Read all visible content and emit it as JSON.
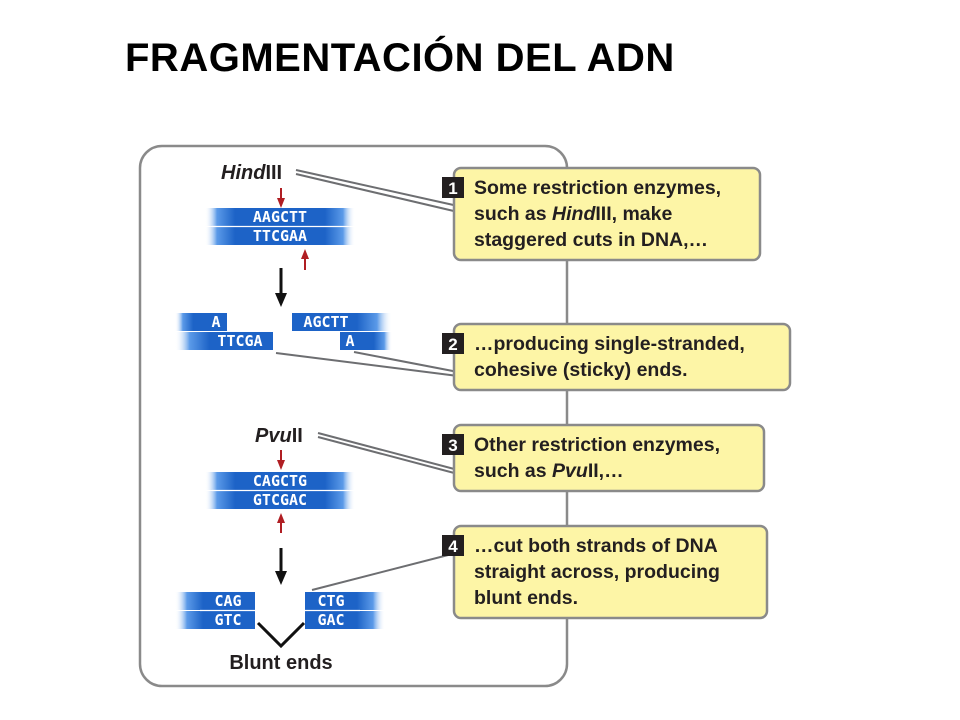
{
  "title": "FRAGMENTACIÓN DEL ADN",
  "enzymes": {
    "hind": {
      "italic": "Hind",
      "roman": "III"
    },
    "pvu": {
      "italic": "Pvu",
      "roman": "II"
    }
  },
  "hind_uncut": {
    "top": "AAGCTT",
    "bottom": "TTCGAA"
  },
  "hind_cut": {
    "left_top": "A",
    "left_bottom": "TTCGA",
    "right_top": "AGCTT",
    "right_bottom": "A"
  },
  "pvu_uncut": {
    "top": "CAGCTG",
    "bottom": "GTCGAC"
  },
  "pvu_cut": {
    "left_top": "CAG",
    "left_bottom": "GTC",
    "right_top": "CTG",
    "right_bottom": "GAC"
  },
  "blunt_label": "Blunt ends",
  "callouts": [
    {
      "num": "1",
      "lines": [
        "Some restriction enzymes,",
        "such as |HindIII, make",
        "staggered cuts in DNA,…"
      ]
    },
    {
      "num": "2",
      "lines": [
        "…producing single-stranded,",
        "cohesive (sticky) ends."
      ]
    },
    {
      "num": "3",
      "lines": [
        "Other restriction enzymes,",
        "such as |PvuII,…"
      ]
    },
    {
      "num": "4",
      "lines": [
        "…cut both strands of DNA",
        "straight across, producing",
        "blunt ends."
      ]
    }
  ],
  "callout_line2_parts": {
    "c1": {
      "pre": "such as ",
      "ital": "Hind",
      "post": "III, make"
    },
    "c3": {
      "pre": "such as ",
      "ital": "Pvu",
      "post": "II,…"
    }
  },
  "colors": {
    "callout_fill": "#fdf5a6",
    "callout_border": "#8a8a8a",
    "dna_dark": "#1d63c7",
    "dna_light": "#5b9ae8",
    "arrow_red": "#b01e23",
    "step_badge": "#231f20"
  }
}
